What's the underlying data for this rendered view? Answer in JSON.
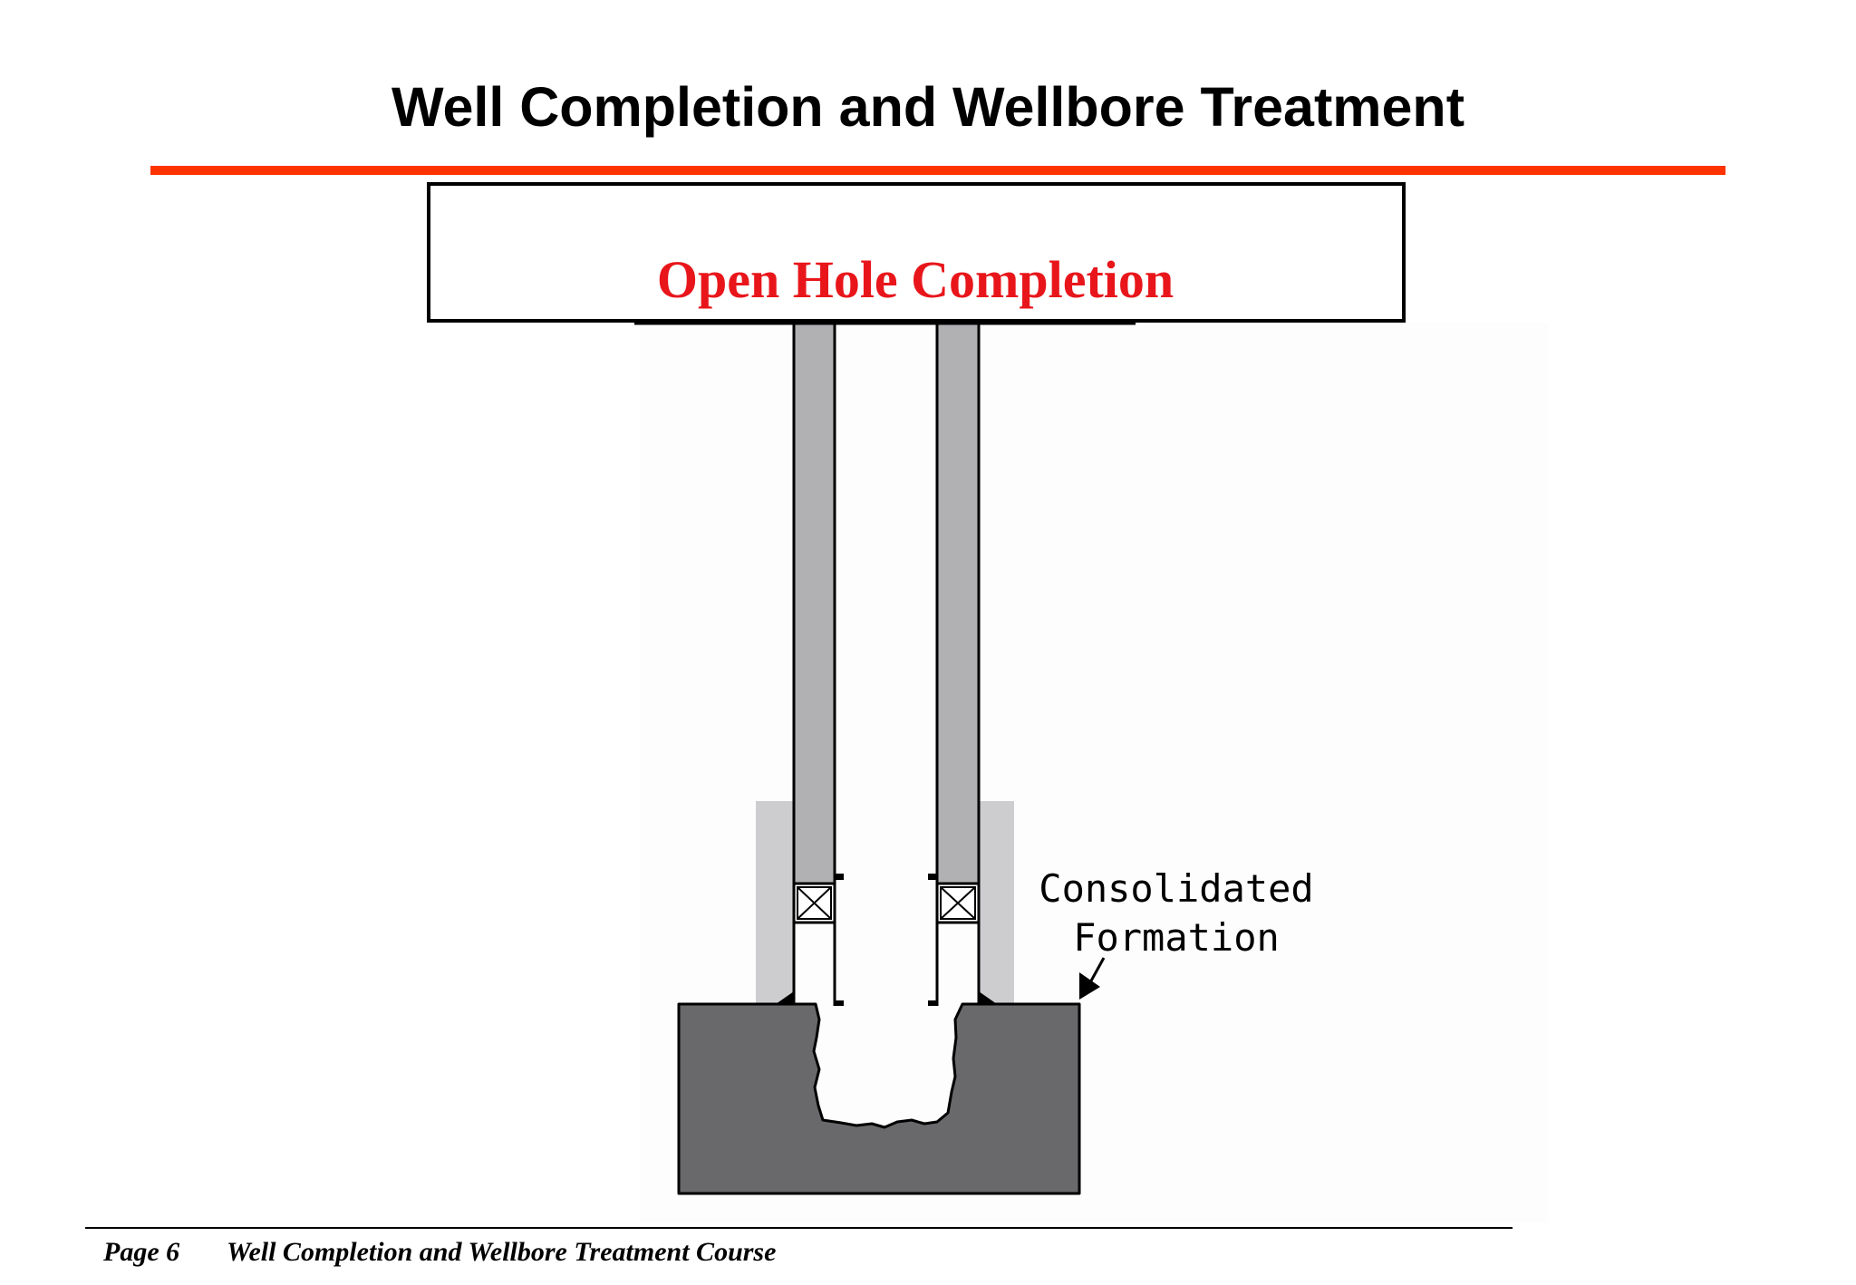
{
  "page": {
    "title": "Well Completion and Wellbore Treatment"
  },
  "diagram": {
    "banner_title": "Open Hole Completion",
    "formation_label_line1": "Consolidated",
    "formation_label_line2": "Formation"
  },
  "footer": {
    "page_label": "Page 6",
    "course_title": "Well Completion and Wellbore Treatment Course"
  },
  "colors": {
    "title_rule": "#ff3300",
    "banner_text": "#e8161b",
    "casing_fill": "#b1b0b3",
    "cement_fill": "#cdccce",
    "formation_fill": "#69686b"
  }
}
